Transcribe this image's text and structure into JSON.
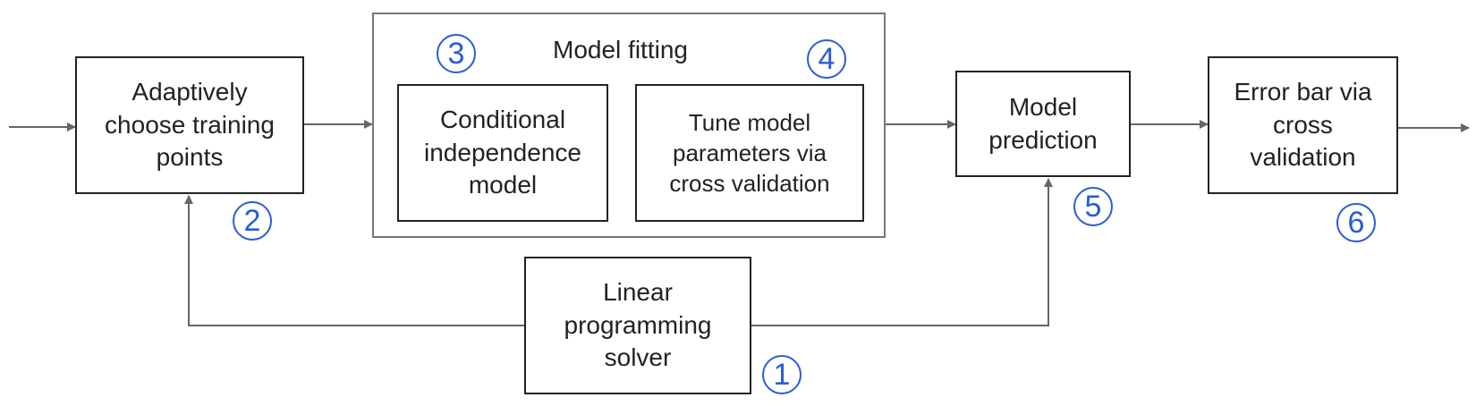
{
  "diagram": {
    "group_title": "Model fitting",
    "nodes": {
      "adaptive": "Adaptively\nchoose training\npoints",
      "conditional": "Conditional\nindependence\nmodel",
      "tune": "Tune model\nparameters via\ncross validation",
      "prediction": "Model\nprediction",
      "errorbar": "Error bar via\ncross\nvalidation",
      "solver": "Linear\nprogramming\nsolver"
    },
    "step_numbers": {
      "one": "1",
      "two": "2",
      "three": "3",
      "four": "4",
      "five": "5",
      "six": "6"
    },
    "colors": {
      "box_border": "#222222",
      "group_border": "#777777",
      "arrow": "#666666",
      "step_number": "#2a5bd7"
    }
  }
}
